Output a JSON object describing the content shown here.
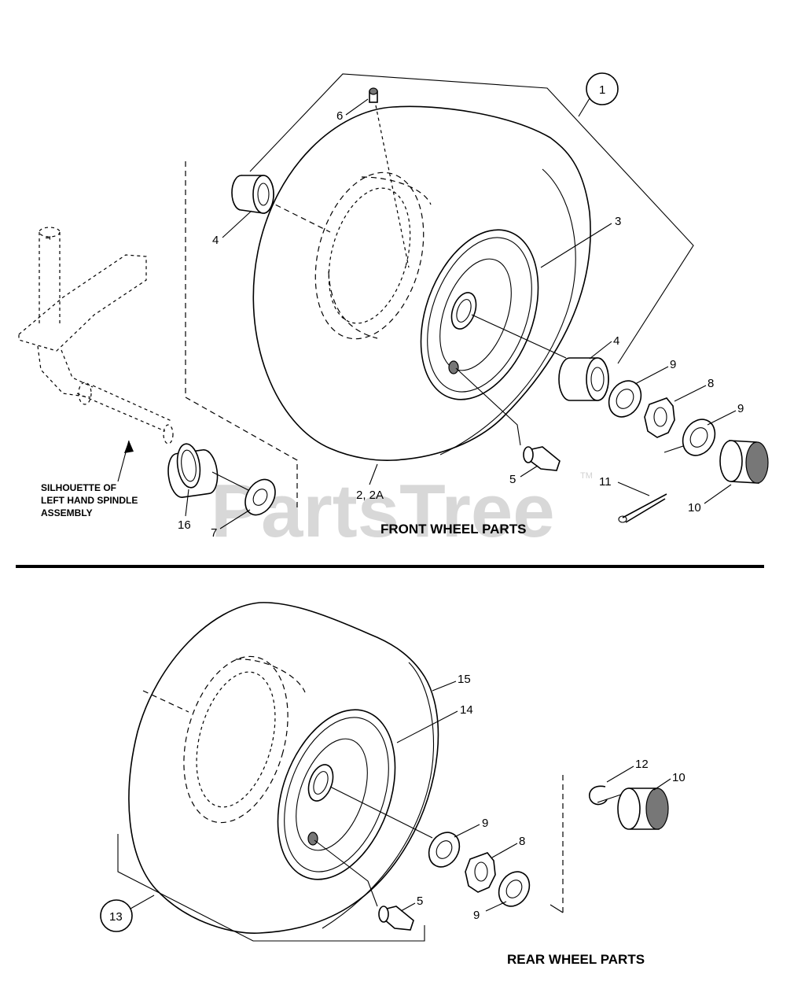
{
  "watermark": {
    "text": "PartsTree",
    "tm": "TM"
  },
  "front": {
    "caption": "FRONT WHEEL PARTS",
    "silhouette_lines": [
      "SILHOUETTE OF",
      "LEFT HAND SPINDLE",
      "ASSEMBLY"
    ],
    "callouts": {
      "c1": "1",
      "c6": "6",
      "c4a": "4",
      "c3": "3",
      "c4b": "4",
      "c9a": "9",
      "c8": "8",
      "c9b": "9",
      "c11": "11",
      "c10": "10",
      "c5": "5",
      "c2": "2, 2A",
      "c16": "16",
      "c7": "7"
    }
  },
  "rear": {
    "caption": "REAR WHEEL PARTS",
    "callouts": {
      "c15": "15",
      "c14": "14",
      "c12": "12",
      "c10": "10",
      "c9a": "9",
      "c8": "8",
      "c9b": "9",
      "c5": "5",
      "c13": "13"
    }
  }
}
